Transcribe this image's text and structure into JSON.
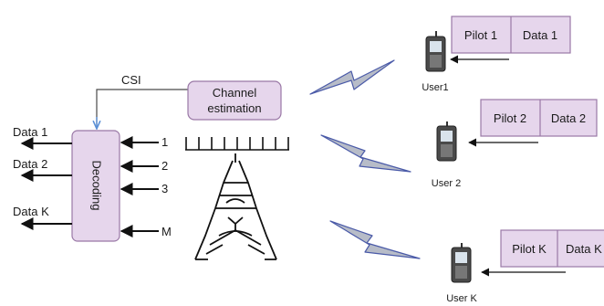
{
  "csi_label": "CSI",
  "channel_estimation": {
    "line1": "Channel",
    "line2": "estimation"
  },
  "decoding_label": "Decoding",
  "outputs": [
    "Data 1",
    "Data 2",
    "Data K"
  ],
  "antenna_inputs": [
    "1",
    "2",
    "3",
    "M"
  ],
  "users": [
    {
      "label": "User1",
      "pilot": "Pilot 1",
      "data": "Data 1"
    },
    {
      "label": "User 2",
      "pilot": "Pilot 2",
      "data": "Data 2"
    },
    {
      "label": "User K",
      "pilot": "Pilot K",
      "data": "Data K"
    }
  ],
  "colors": {
    "box_fill": "#e6d6ec",
    "box_stroke": "#9a78a6",
    "bolt_fill": "#b7bcc8",
    "bolt_stroke": "#4a5aa8",
    "csi_arrow": "#5a8fd6"
  }
}
